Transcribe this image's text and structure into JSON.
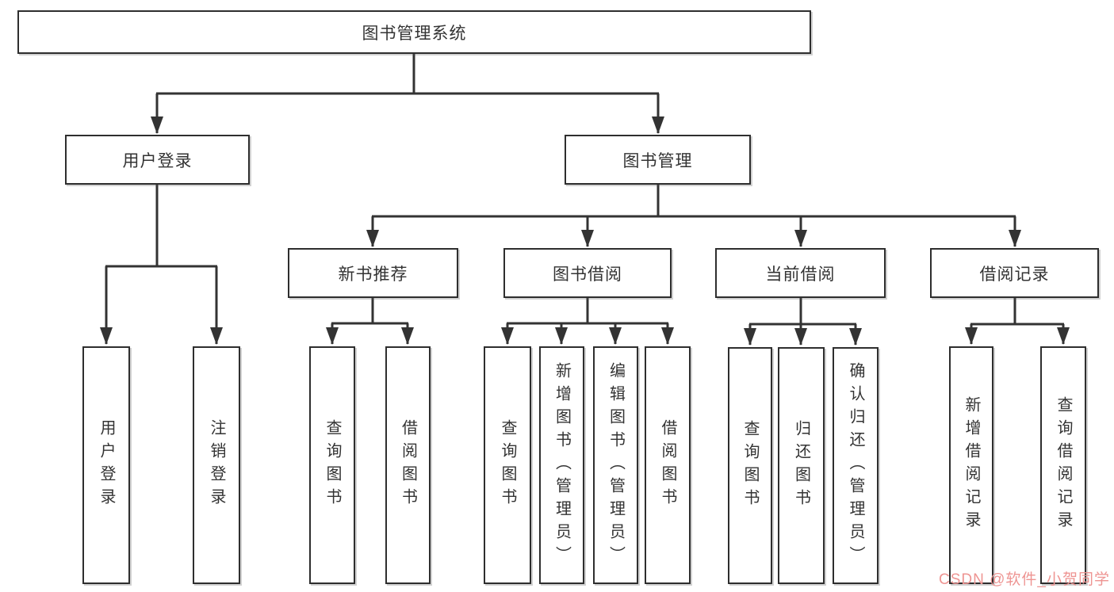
{
  "diagram_type": "hierarchy-tree",
  "tree": {
    "label": "图书管理系统",
    "children": [
      {
        "label": "用户登录",
        "children": [
          {
            "label": "用户登录"
          },
          {
            "label": "注销登录"
          }
        ]
      },
      {
        "label": "图书管理",
        "children": [
          {
            "label": "新书推荐",
            "children": [
              {
                "label": "查询图书"
              },
              {
                "label": "借阅图书"
              }
            ]
          },
          {
            "label": "图书借阅",
            "children": [
              {
                "label": "查询图书"
              },
              {
                "label": "新增图书（管理员）"
              },
              {
                "label": "编辑图书（管理员）"
              },
              {
                "label": "借阅图书"
              }
            ]
          },
          {
            "label": "当前借阅",
            "children": [
              {
                "label": "查询图书"
              },
              {
                "label": "归还图书"
              },
              {
                "label": "确认归还（管理员）"
              }
            ]
          },
          {
            "label": "借阅记录",
            "children": [
              {
                "label": "新增借阅记录"
              },
              {
                "label": "查询借阅记录"
              }
            ]
          }
        ]
      }
    ]
  },
  "watermark": {
    "text": "CSDN @软件_小贺同学",
    "color": "#ee9492"
  },
  "colors": {
    "line": "#333333",
    "box_border": "#2e2e2e",
    "text": "#333333",
    "background": "#ffffff"
  }
}
